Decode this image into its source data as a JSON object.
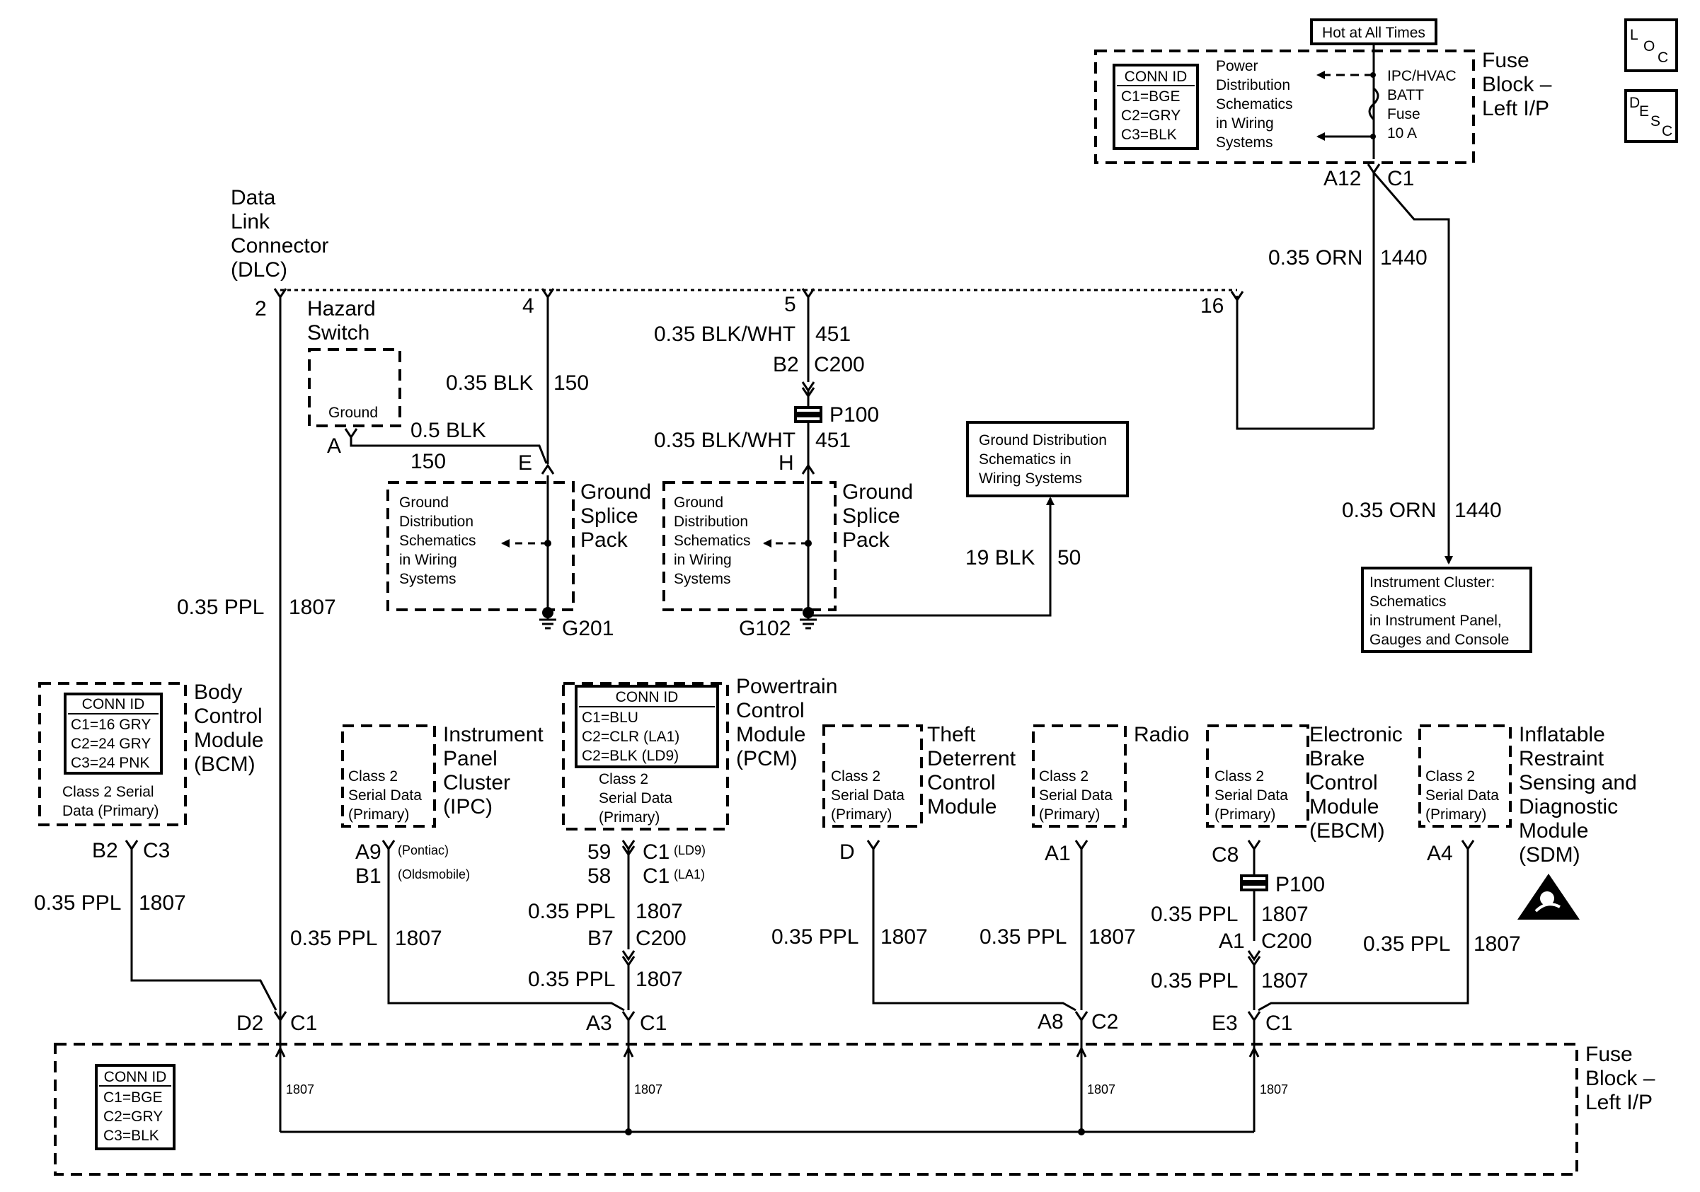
{
  "hot_label": "Hot at All Times",
  "loc_icon": {
    "l": "L",
    "o": "O",
    "c": "C"
  },
  "desc_icon": {
    "d": "D",
    "e": "E",
    "s": "S",
    "c": "C"
  },
  "fuse_block_top": {
    "title": [
      "Fuse",
      "Block –",
      "Left I/P"
    ],
    "conn_id": [
      "CONN ID",
      "C1=BGE",
      "C2=GRY",
      "C3=BLK"
    ],
    "power_dist": [
      "Power",
      "Distribution",
      "Schematics",
      "in Wiring",
      "Systems"
    ],
    "fuse_info": [
      "IPC/HVAC",
      "BATT",
      "Fuse",
      "10 A"
    ],
    "pin": "A12",
    "conn": "C1"
  },
  "dlc": {
    "title": [
      "Data",
      "Link",
      "Connector",
      "(DLC)"
    ],
    "pin2": "2",
    "pin4": "4",
    "pin5": "5",
    "pin16": "16"
  },
  "hazard": {
    "title": [
      "Hazard",
      "Switch"
    ],
    "ground": "Ground",
    "pin": "A"
  },
  "wires": {
    "w150_gauge": "0.35 BLK",
    "w150_circuit": "150",
    "hz_gauge": "0.5 BLK",
    "hz_circuit": "150",
    "w451a_gauge": "0.35 BLK/WHT",
    "w451a_circuit": "451",
    "b2": "B2",
    "c200a": "C200",
    "p100a": "P100",
    "w451b_gauge": "0.35 BLK/WHT",
    "w451b_circuit": "451",
    "orn_top_gauge": "0.35 ORN",
    "orn_top_circuit": "1440",
    "orn_bot_gauge": "0.35 ORN",
    "orn_bot_circuit": "1440",
    "blk19_gauge": "19 BLK",
    "blk19_circuit": "50",
    "dlc_ppl_gauge": "0.35 PPL",
    "dlc_ppl_circuit": "1807"
  },
  "ground_splice_1": {
    "title": [
      "Ground",
      "Splice",
      "Pack"
    ],
    "pin": "E",
    "ground": "G201",
    "desc": [
      "Ground",
      "Distribution",
      "Schematics",
      "in Wiring",
      "Systems"
    ]
  },
  "ground_splice_2": {
    "title": [
      "Ground",
      "Splice",
      "Pack"
    ],
    "pin": "H",
    "ground": "G102",
    "desc": [
      "Ground",
      "Distribution",
      "Schematics",
      "in Wiring",
      "Systems"
    ]
  },
  "ground_dist_box": [
    "Ground Distribution",
    "Schematics in",
    "Wiring Systems"
  ],
  "instrument_cluster_box": [
    "Instrument Cluster:",
    "Schematics",
    "in Instrument Panel,",
    "Gauges and Console"
  ],
  "bcm": {
    "title": [
      "Body",
      "Control",
      "Module",
      "(BCM)"
    ],
    "conn_id": [
      "CONN ID",
      "C1=16 GRY",
      "C2=24 GRY",
      "C3=24 PNK"
    ],
    "desc": [
      "Class 2 Serial",
      "Data (Primary)"
    ],
    "pin": "B2",
    "conn": "C3",
    "gauge": "0.35 PPL",
    "circuit": "1807"
  },
  "ipc": {
    "title": [
      "Instrument",
      "Panel",
      "Cluster",
      "(IPC)"
    ],
    "desc": [
      "Class 2",
      "Serial Data",
      "(Primary)"
    ],
    "pin_a9": "A9",
    "note_pontiac": "(Pontiac)",
    "pin_b1": "B1",
    "note_olds": "(Oldsmobile)",
    "gauge": "0.35 PPL",
    "circuit": "1807"
  },
  "pcm": {
    "title": [
      "Powertrain",
      "Control",
      "Module",
      "(PCM)"
    ],
    "conn_id": [
      "CONN ID",
      "C1=BLU",
      "C2=CLR (LA1)",
      "C2=BLK (LD9)"
    ],
    "desc": [
      "Class 2",
      "Serial Data",
      "(Primary)"
    ],
    "pin59": "59",
    "c1_ld9": "C1",
    "ld9": "(LD9)",
    "pin58": "58",
    "c1_la1": "C1",
    "la1": "(LA1)",
    "gauge1": "0.35 PPL",
    "circuit1": "1807",
    "b7": "B7",
    "c200": "C200",
    "gauge2": "0.35 PPL",
    "circuit2": "1807"
  },
  "theft": {
    "title": [
      "Theft",
      "Deterrent",
      "Control",
      "Module"
    ],
    "desc": [
      "Class 2",
      "Serial Data",
      "(Primary)"
    ],
    "pin": "D",
    "gauge": "0.35 PPL",
    "circuit": "1807"
  },
  "radio": {
    "title": [
      "Radio"
    ],
    "desc": [
      "Class 2",
      "Serial Data",
      "(Primary)"
    ],
    "pin": "A1",
    "gauge": "0.35 PPL",
    "circuit": "1807"
  },
  "ebcm": {
    "title": [
      "Electronic",
      "Brake",
      "Control",
      "Module",
      "(EBCM)"
    ],
    "desc": [
      "Class 2",
      "Serial Data",
      "(Primary)"
    ],
    "pin": "C8",
    "p100": "P100",
    "gauge1": "0.35 PPL",
    "circuit1": "1807",
    "a1": "A1",
    "c200": "C200",
    "gauge2": "0.35 PPL",
    "circuit2": "1807"
  },
  "sdm": {
    "title": [
      "Inflatable",
      "Restraint",
      "Sensing and",
      "Diagnostic",
      "Module",
      "(SDM)"
    ],
    "desc": [
      "Class 2",
      "Serial Data",
      "(Primary)"
    ],
    "pin": "A4",
    "gauge": "0.35 PPL",
    "circuit": "1807"
  },
  "fuse_block_bottom": {
    "title": [
      "Fuse",
      "Block –",
      "Left I/P"
    ],
    "conn_id": [
      "CONN ID",
      "C1=BGE",
      "C2=GRY",
      "C3=BLK"
    ],
    "d2": "D2",
    "c1a": "C1",
    "a3": "A3",
    "c1b": "C1",
    "a8": "A8",
    "c2": "C2",
    "e3": "E3",
    "c1c": "C1",
    "bus_labels": [
      "1807",
      "1807",
      "1807",
      "1807"
    ]
  }
}
